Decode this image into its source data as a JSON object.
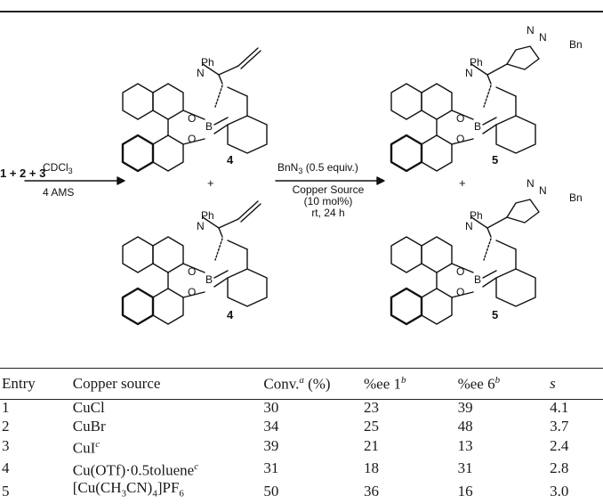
{
  "scheme": {
    "reactants": "1 + 2 + 3",
    "step1_reagent": "CDCl",
    "step1_reagent_sub": "3",
    "step1_additive": "4 AMS",
    "step2_reagent": "BnN",
    "step2_reagent_sub": "3",
    "step2_equiv": "(0.5 equiv.)",
    "step2_catalyst": "Copper Source",
    "step2_loading": "(10 mol%)",
    "step2_conditions": "rt, 24 h",
    "plus": "+",
    "compound_intermediate": "4",
    "compound_product": "5",
    "label_phenyl": "Ph",
    "label_benzyl": "Bn",
    "label_N": "N",
    "label_O": "O",
    "label_B": "B"
  },
  "table": {
    "headers": {
      "entry": "Entry",
      "copper_source": "Copper source",
      "conv": "Conv.",
      "conv_note": "a",
      "conv_unit": " (%)",
      "ee1": "%ee 1",
      "ee1_note": "b",
      "ee6": "%ee 6",
      "ee6_note": "b",
      "s": "s"
    },
    "rows": [
      {
        "entry": "1",
        "copper_source": "CuCl",
        "note": "",
        "conv": "30",
        "ee1": "23",
        "ee6": "39",
        "s": "4.1"
      },
      {
        "entry": "2",
        "copper_source": "CuBr",
        "note": "",
        "conv": "34",
        "ee1": "25",
        "ee6": "48",
        "s": "3.7"
      },
      {
        "entry": "3",
        "copper_source": "CuI",
        "note": "c",
        "conv": "39",
        "ee1": "21",
        "ee6": "13",
        "s": "2.4"
      },
      {
        "entry": "4",
        "copper_source": "Cu(OTf)·0.5toluene",
        "note": "c",
        "conv": "31",
        "ee1": "18",
        "ee6": "31",
        "s": "2.8"
      },
      {
        "entry": "5",
        "copper_source": "[Cu(CH",
        "copper_sub1": "3",
        "copper_mid": "CN)",
        "copper_sub2": "4",
        "copper_end": "]PF",
        "copper_sub3": "6",
        "note": "",
        "conv": "50",
        "ee1": "36",
        "ee6": "16",
        "s": "3.0"
      }
    ]
  }
}
